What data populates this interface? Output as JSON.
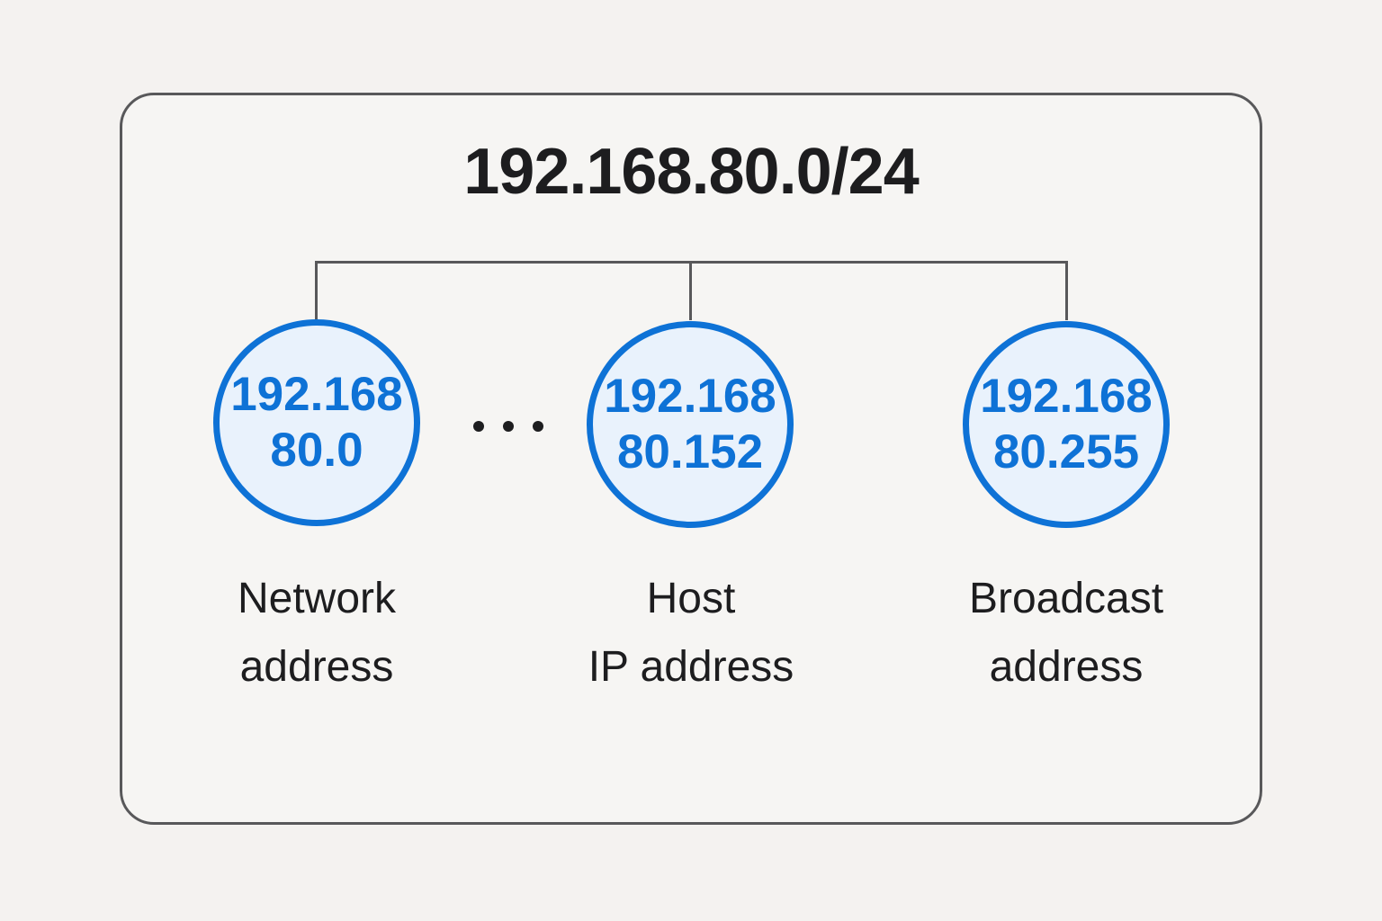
{
  "diagram": {
    "title": "192.168.80.0/24",
    "ellipsis": "...",
    "nodes": [
      {
        "ip_line1": "192.168",
        "ip_line2": "80.0",
        "label_line1": "Network",
        "label_line2": "address"
      },
      {
        "ip_line1": "192.168",
        "ip_line2": "80.152",
        "label_line1": "Host",
        "label_line2": "IP address"
      },
      {
        "ip_line1": "192.168",
        "ip_line2": "80.255",
        "label_line1": "Broadcast",
        "label_line2": "address"
      }
    ],
    "colors": {
      "accent_blue": "#0e72d6",
      "circle_fill": "#e9f2fc",
      "line_gray": "#58585a",
      "text_dark": "#1d1d1f",
      "page_bg": "#f4f2f0",
      "card_bg": "#f6f5f3"
    }
  }
}
